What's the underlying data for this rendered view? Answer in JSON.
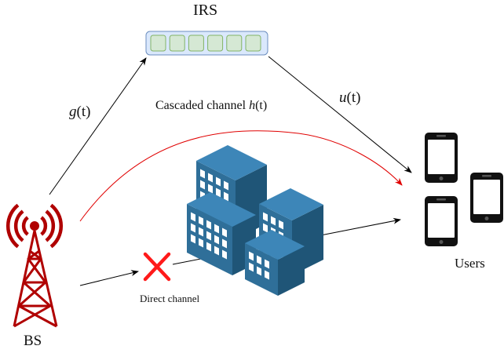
{
  "labels": {
    "irs": "IRS",
    "g_fn": "g",
    "g_arg": "(t)",
    "u_fn": "u",
    "u_arg": "(t)",
    "cascaded_prefix": "Cascaded channel ",
    "cascaded_fn": "h",
    "cascaded_arg": "(t)",
    "direct": "Direct channel",
    "bs": "BS",
    "users": "Users"
  },
  "colors": {
    "irs_panel": "#dae8fc",
    "irs_panel_stroke": "#6c8ebf",
    "irs_element": "#d5e8d4",
    "irs_element_stroke": "#82b366",
    "tower": "#b00000",
    "cascaded_arrow": "#e00000",
    "blocked_mark": "#ff1a1a",
    "building_face": "#2f6f99",
    "building_top": "#3d86b8",
    "building_side": "#1f5577",
    "phone": "#111111",
    "phone_screen": "#ffffff",
    "arrow": "#000000"
  },
  "icons": {
    "bs": "cell-tower-icon",
    "buildings": "office-buildings-icon",
    "users": "smartphone-icon",
    "blocked": "red-x-icon"
  }
}
